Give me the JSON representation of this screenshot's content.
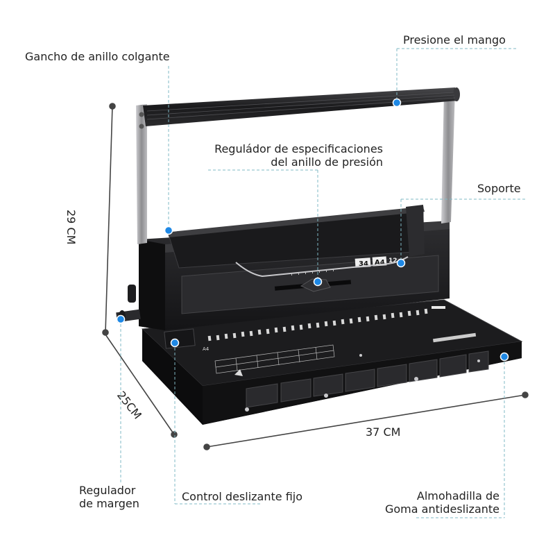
{
  "labels": {
    "hook": "Gancho de anillo colgante",
    "handle": "Presione el mango",
    "regulator_line1": "Reguládor de especificaciones",
    "regulator_line2": "del anillo de presión",
    "support": "Soporte",
    "margin_line1": "Regulador",
    "margin_line2": "de margen",
    "slider": "Control deslizante fijo",
    "pad_line1": "Almohadilla de",
    "pad_line2": "Goma antideslizante"
  },
  "dimensions": {
    "height": "29 CM",
    "depth": "25CM",
    "width": "37 CM"
  },
  "scale_text": {
    "size_34": "34",
    "size_a4": "A4",
    "size_12": "12",
    "a4_mark": "A4"
  },
  "colors": {
    "leader": "#7fb8c4",
    "dot": "#1e88e5",
    "dim_line": "#444444",
    "body": "#1d1d1f",
    "metal": "#a8a8ab"
  }
}
